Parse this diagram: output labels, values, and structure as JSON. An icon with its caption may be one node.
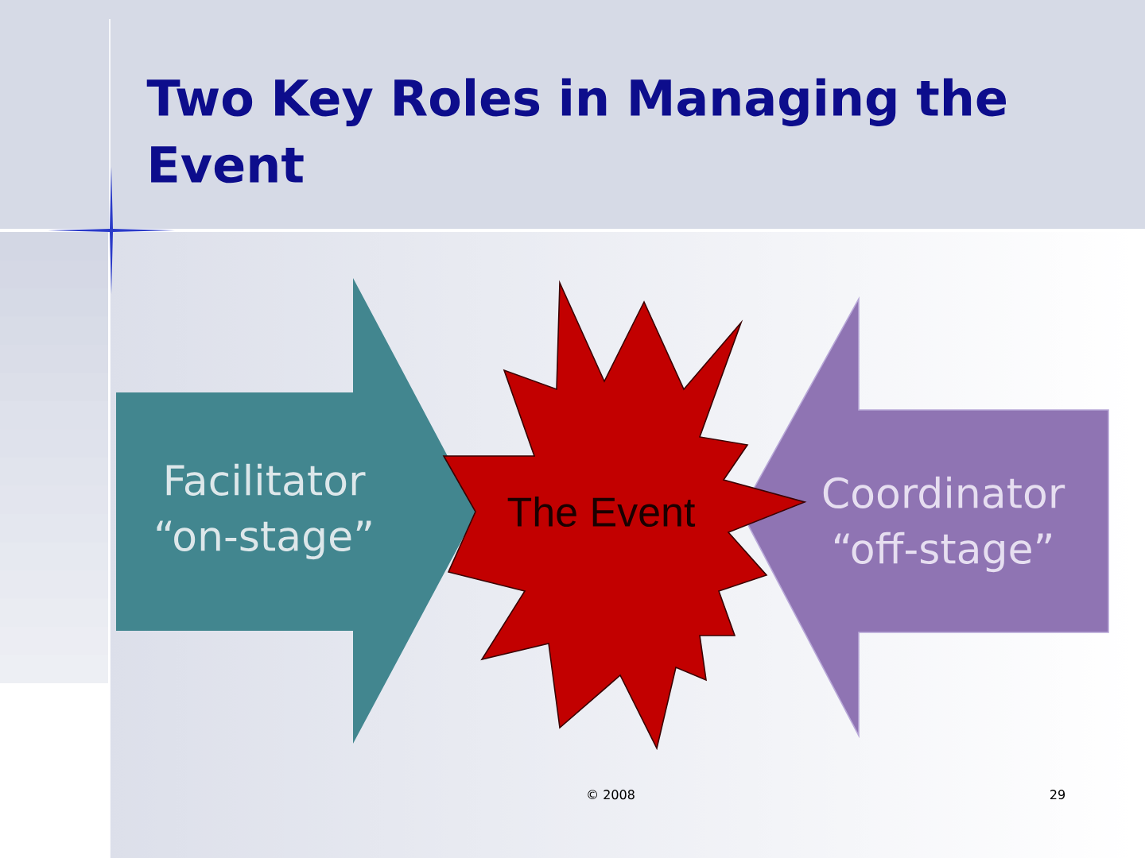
{
  "diagram": {
    "title": "Two Key Roles in Managing the Event",
    "nodes": [
      {
        "text": [
          "Facilitator “on-stage”"
        ]
      },
      {
        "text": [
          "The Event"
        ]
      },
      {
        "text": [
          "Coordinator “off-stage”"
        ]
      }
    ],
    "labels": [
      "© 2008",
      "29"
    ]
  }
}
